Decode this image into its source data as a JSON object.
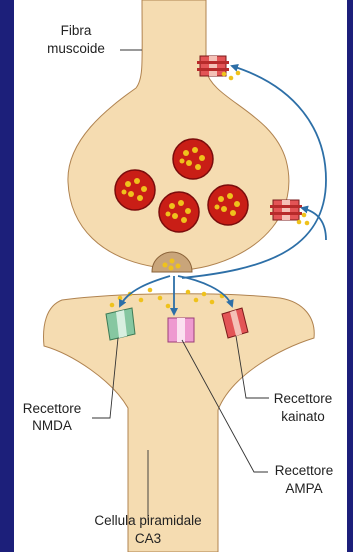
{
  "colors": {
    "background": "#1c1f7a",
    "panel": "#ffffff",
    "cell_fill": "#f5dcb1",
    "cell_stroke": "#b08350",
    "vesicle_fill": "#c91e16",
    "vesicle_stroke": "#7a0c0c",
    "neurotransmitter": "#efc21c",
    "nmda_receptor": "#86c7a1",
    "ampa_receptor": "#ee9ad0",
    "kainate_receptor": "#e35456",
    "arrow": "#2d6fa7",
    "text": "#222222"
  },
  "labels": {
    "mossy_fiber_line1": "Fibra",
    "mossy_fiber_line2": "muscoide",
    "nmda_line1": "Recettore",
    "nmda_line2": "NMDA",
    "kainate_line1": "Recettore",
    "kainate_line2": "kainato",
    "ampa_line1": "Recettore",
    "ampa_line2": "AMPA",
    "pyramidal_line1": "Cellula piramidale",
    "pyramidal_line2": "CA3"
  }
}
